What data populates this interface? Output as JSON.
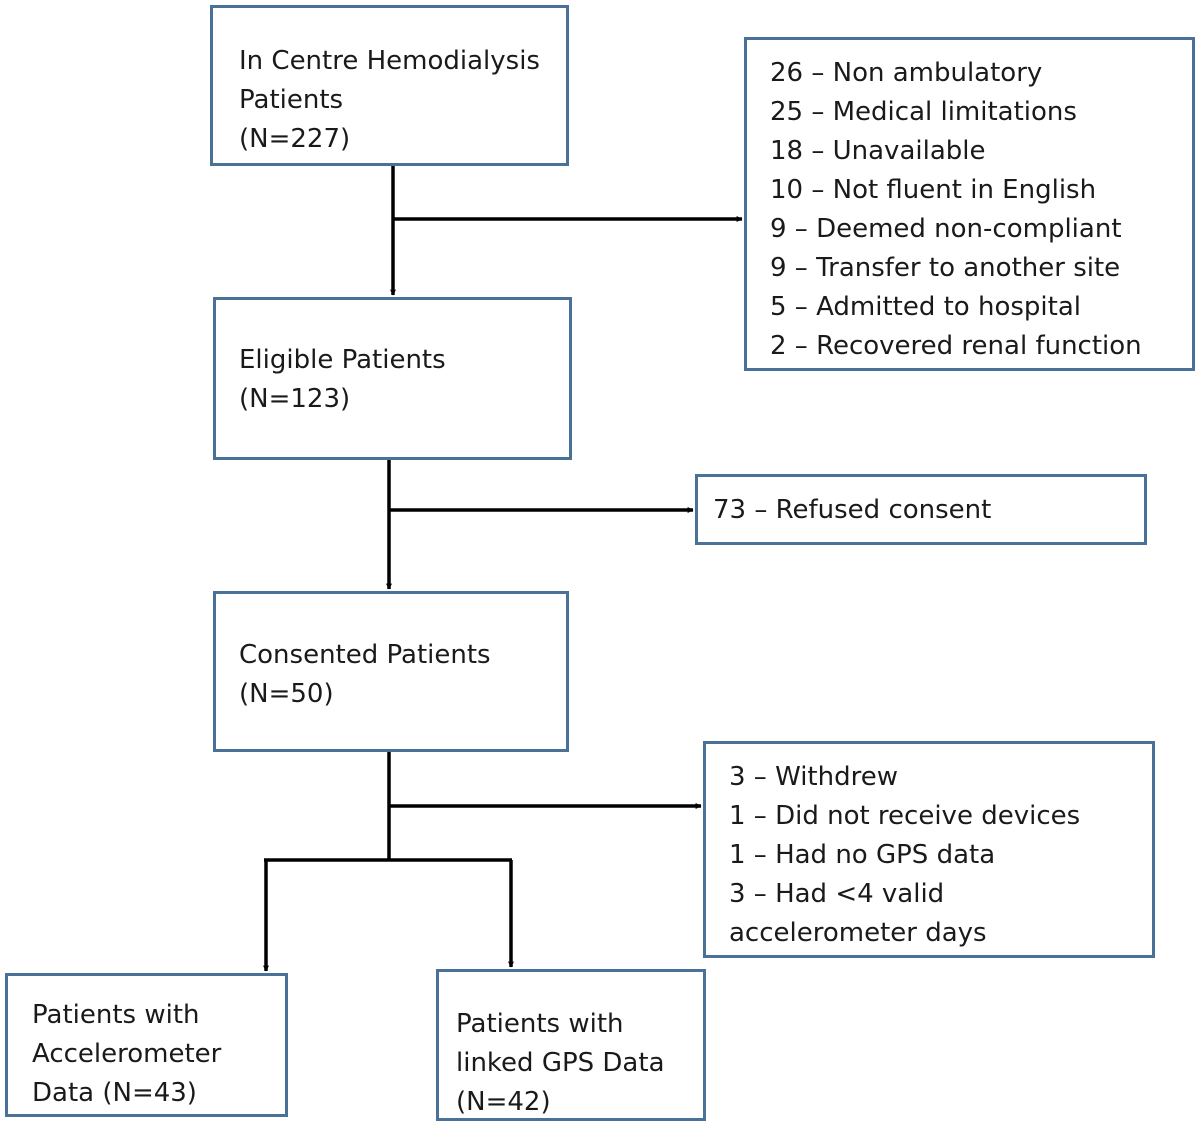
{
  "colors": {
    "box_border": "#4a7198",
    "arrow": "#000000",
    "text": "#1a1a1a"
  },
  "flow": {
    "start": {
      "lines": [
        "In Centre Hemodialysis",
        "Patients",
        "(N=227)"
      ]
    },
    "eligible": {
      "lines": [
        "Eligible Patients",
        "(N=123)"
      ]
    },
    "consented": {
      "lines": [
        "Consented Patients",
        "(N=50)"
      ]
    },
    "accelerometer": {
      "lines": [
        "Patients with",
        "Accelerometer",
        "Data (N=43)"
      ]
    },
    "gps": {
      "lines": [
        "Patients with",
        "linked GPS Data",
        "(N=42)"
      ]
    }
  },
  "exclusions": {
    "first": {
      "lines": [
        "26 – Non ambulatory",
        "25 – Medical limitations",
        "18 – Unavailable",
        "10 – Not fluent in English",
        "9 – Deemed non-compliant",
        "9 – Transfer to another site",
        "5 – Admitted to hospital",
        "2 – Recovered renal function"
      ]
    },
    "second": {
      "lines": [
        "73 – Refused consent"
      ]
    },
    "third": {
      "lines": [
        "3 – Withdrew",
        "1 – Did not receive devices",
        "1 – Had no GPS data",
        "3 – Had <4 valid",
        "accelerometer days"
      ]
    }
  }
}
